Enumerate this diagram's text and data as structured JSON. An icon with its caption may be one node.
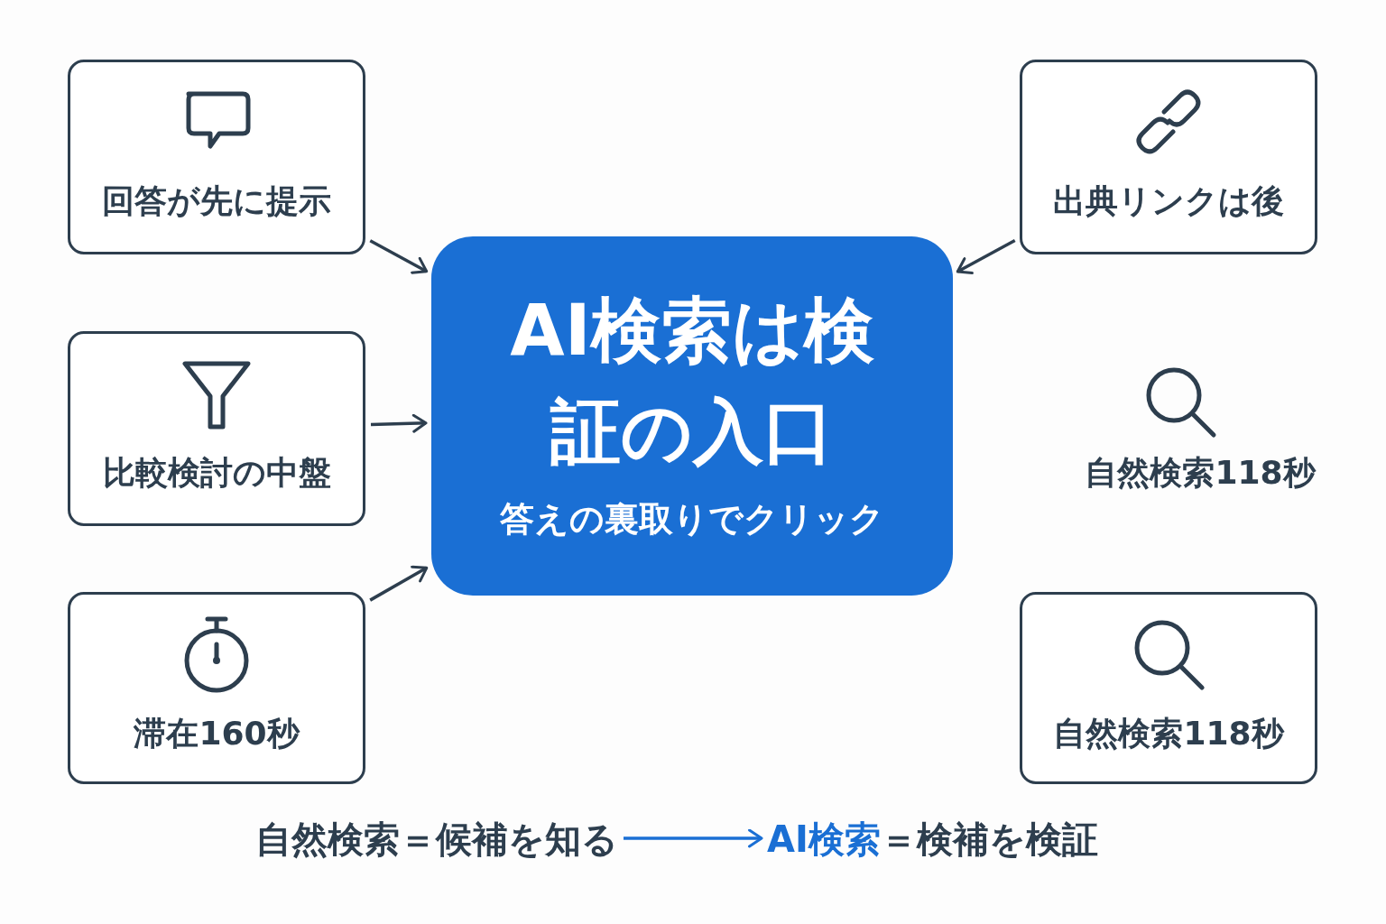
{
  "diagram": {
    "nodes": [
      {
        "text": [
          "回答が先に提示"
        ]
      },
      {
        "text": [
          "比較検討の中盤"
        ]
      },
      {
        "text": [
          "滞在160秒"
        ]
      },
      {
        "text": [
          "AI検索は検証の入口",
          "答えの裏取りでクリック"
        ]
      },
      {
        "text": [
          "出典リンクは後"
        ]
      },
      {
        "text": [
          "自然検索118秒"
        ]
      },
      {
        "text": [
          "自然検索＝候補を知る"
        ]
      },
      {
        "text": [
          "AI検索",
          "＝検補を検証"
        ]
      }
    ],
    "edges": [
      {
        "from": 0,
        "to": 3,
        "arrow": "to"
      },
      {
        "from": 1,
        "to": 3,
        "arrow": "to"
      },
      {
        "from": 2,
        "to": 3,
        "arrow": "to"
      },
      {
        "from": 4,
        "to": 3,
        "arrow": "to"
      },
      {
        "from": 6,
        "to": 7,
        "arrow": "to",
        "color": "#1a6fd4"
      }
    ],
    "labels": [
      "自然検索118秒"
    ]
  }
}
